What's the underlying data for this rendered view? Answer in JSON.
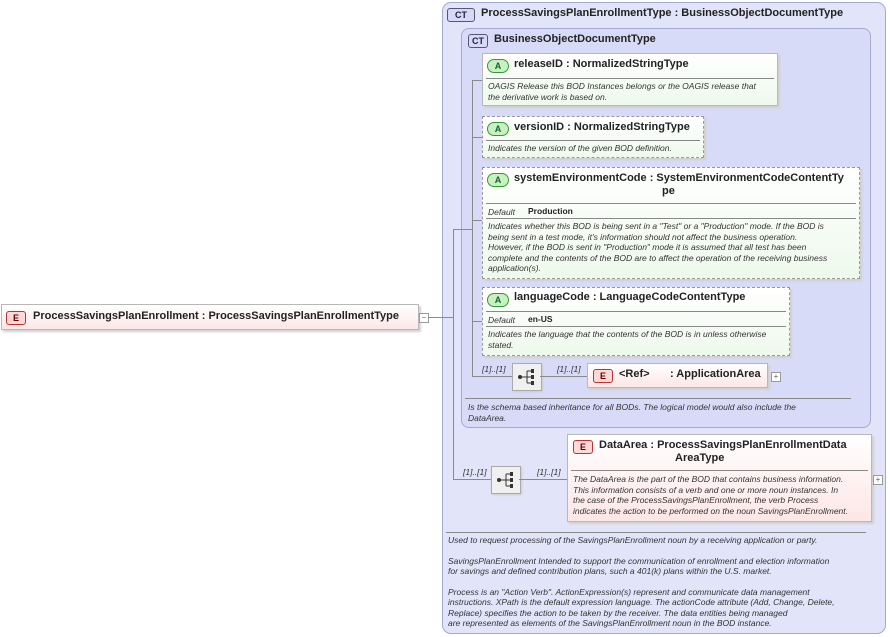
{
  "outer_type": {
    "badge": "CT",
    "title": "ProcessSavingsPlanEnrollmentType : BusinessObjectDocumentType"
  },
  "base_type": {
    "badge": "CT",
    "title": "BusinessObjectDocumentType"
  },
  "root_element": {
    "badge": "E",
    "title": "ProcessSavingsPlanEnrollment : ProcessSavingsPlanEnrollmentType"
  },
  "attributes": [
    {
      "badge": "A",
      "title": "releaseID : NormalizedStringType",
      "doc": [
        "OAGIS Release this BOD Instances belongs or the OAGIS release that",
        "the derivative work is based on."
      ]
    },
    {
      "badge": "A",
      "title": "versionID : NormalizedStringType",
      "doc": [
        "Indicates the version of the given BOD definition."
      ]
    },
    {
      "badge": "A",
      "title_line1": "systemEnvironmentCode : SystemEnvironmentCodeContentTy",
      "title_line2": "pe",
      "default_label": "Default",
      "default_value": "Production",
      "doc": [
        "Indicates whether this BOD is being sent in a \"Test\" or a \"Production\" mode. If the BOD is",
        "being sent in a test mode, it's information should not affect the business operation.",
        "However, if the BOD is sent in \"Production\" mode it is assumed that all test has been",
        "complete and the contents of the BOD are to affect the operation of the receiving business",
        "application(s)."
      ]
    },
    {
      "badge": "A",
      "title": "languageCode : LanguageCodeContentType",
      "default_label": "Default",
      "default_value": "en-US",
      "doc": [
        "Indicates the language that the contents of the BOD is in unless otherwise",
        "stated."
      ]
    }
  ],
  "application_area": {
    "badge": "E",
    "ref": "<Ref>",
    "title": ": ApplicationArea",
    "card_left": "[1]..[1]",
    "card_right": "[1]..[1]"
  },
  "base_doc": [
    "Is the schema based inheritance for all BODs. The logical model would also include the",
    "DataArea."
  ],
  "data_area": {
    "badge": "E",
    "title_line1": "DataArea : ProcessSavingsPlanEnrollmentData",
    "title_line2": "AreaType",
    "card_left": "[1]..[1]",
    "card_right": "[1]..[1]",
    "doc": [
      "The DataArea is the part of the BOD that contains business information.",
      "This information consists of a verb and one or more noun instances. In",
      "the case of the ProcessSavingsPlanEnrollment, the verb Process",
      "indicates the action to be performed on the noun SavingsPlanEnrollment."
    ]
  },
  "outer_doc": {
    "p1": [
      "Used to request processing of the SavingsPlanEnrollment noun by a receiving application or party."
    ],
    "p2": [
      "SavingsPlanEnrollment  Intended to support the communication of enrollment and election information",
      "for savings and defined contribution plans, such a 401(k) plans within the U.S. market."
    ],
    "p3": [
      "Process is an \"Action Verb\". ActionExpression(s) represent and communicate data management",
      "instructions. XPath is the default expression language. The actionCode attribute (Add, Change, Delete,",
      "Replace) specifies the action to be taken by the receiver. The data entities being managed",
      "are represented as elements of the SavingsPlanEnrollment noun in the BOD instance."
    ]
  },
  "colors": {
    "ct_panel": "#e2e4fa",
    "ct_border": "#a6a9cf",
    "element_fill": "#fde6e6",
    "attribute_fill": "#eef9ec"
  }
}
